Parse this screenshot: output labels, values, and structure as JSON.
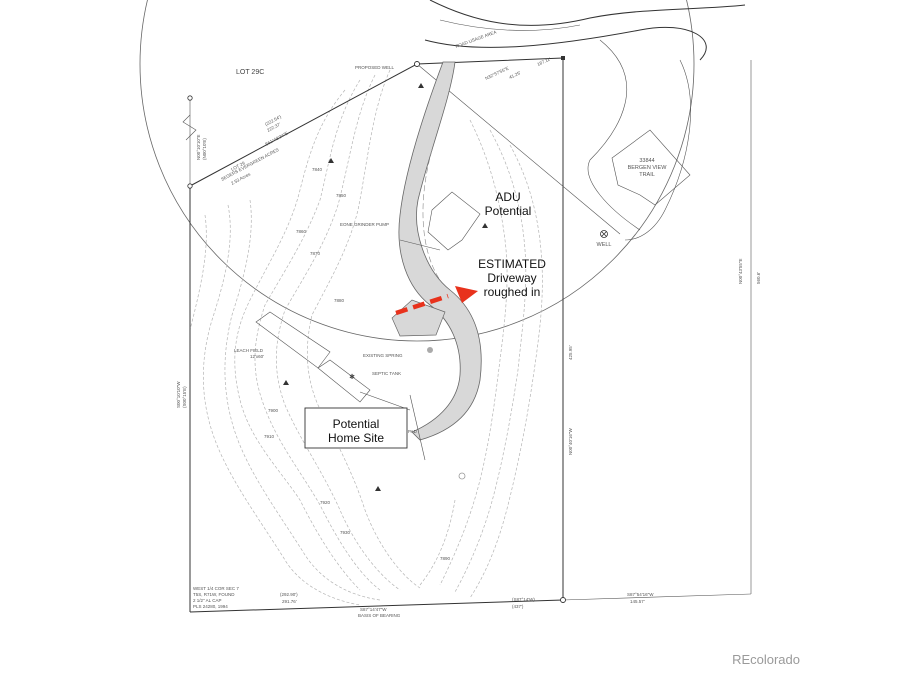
{
  "labels": {
    "lot_29c": "LOT 29C",
    "proposed_well": "PROPOSED WELL",
    "lot_29_desc_1": "LOT 29",
    "lot_29_desc_2": "SEGERS EVERGREEN ACRES",
    "lot_29_desc_3": "2.53 Acres",
    "road_usage": "ROAD USAGE AREA",
    "neighbor_address_1": "33844",
    "neighbor_address_2": "BERGEN VIEW",
    "neighbor_address_3": "TRAIL",
    "well": "WELL",
    "grinder_pump": "EONE GRINDER PUMP",
    "leach_field_1": "LEACH FIELD",
    "leach_field_2": "12'x60'",
    "existing_spring": "EXISTING SPRING",
    "septic_tank": "SEPTIC TANK",
    "home_pad": "PAD",
    "corner_note_1": "WEST 1/4 COR SEC 7",
    "corner_note_2": "T5S, R71W, FOUND",
    "corner_note_3": "2 1/2\" AL CAP",
    "corner_note_4": "PLS 24280, 1994",
    "basis_of_bearing": "BASIS OF BEARING"
  },
  "bearings": {
    "south_1": "(292.90')",
    "south_2": "291.76'",
    "south_3": "S87°14'47\"W",
    "south_4": "(S87°14'W)",
    "south_5": "(437')",
    "south_6": "S87°54'16\"W",
    "south_7": "145.57'",
    "east_inner": "N00°40'16\"W",
    "east_inner_dist": "425.95'",
    "east_outer": "N00°43'55\"E",
    "east_outer_dist": "560.6'",
    "west_1": "N00°10'10\"E",
    "west_2": "(N00°10'E)",
    "west_3": "S00°10'10\"W",
    "west_4": "(S00°15'E)",
    "north_1": "(222.54')",
    "north_2": "222.37'",
    "north_3": "S61°48'34\"E",
    "road_1": "N32°57'55\"E",
    "road_2": "41.25'",
    "road_3": "187.11'"
  },
  "contours": {
    "c7840": "7840",
    "c7850": "7850",
    "c7860": "7860",
    "c7870": "7870",
    "c7880": "7880",
    "c7890": "7890",
    "c7900": "7900",
    "c7910": "7910",
    "c7920": "7920",
    "c7930": "7930"
  },
  "annotations": {
    "adu_1": "ADU",
    "adu_2": "Potential",
    "est_1": "ESTIMATED",
    "est_2": "Driveway",
    "est_3": "roughed in",
    "home_1": "Potential",
    "home_2": "Home Site"
  },
  "watermark": "REcolorado",
  "colors": {
    "accent_red": "#e8321c",
    "line": "#333333",
    "contour": "#b4b4b4",
    "driveway_fill": "#d8d8d8"
  }
}
